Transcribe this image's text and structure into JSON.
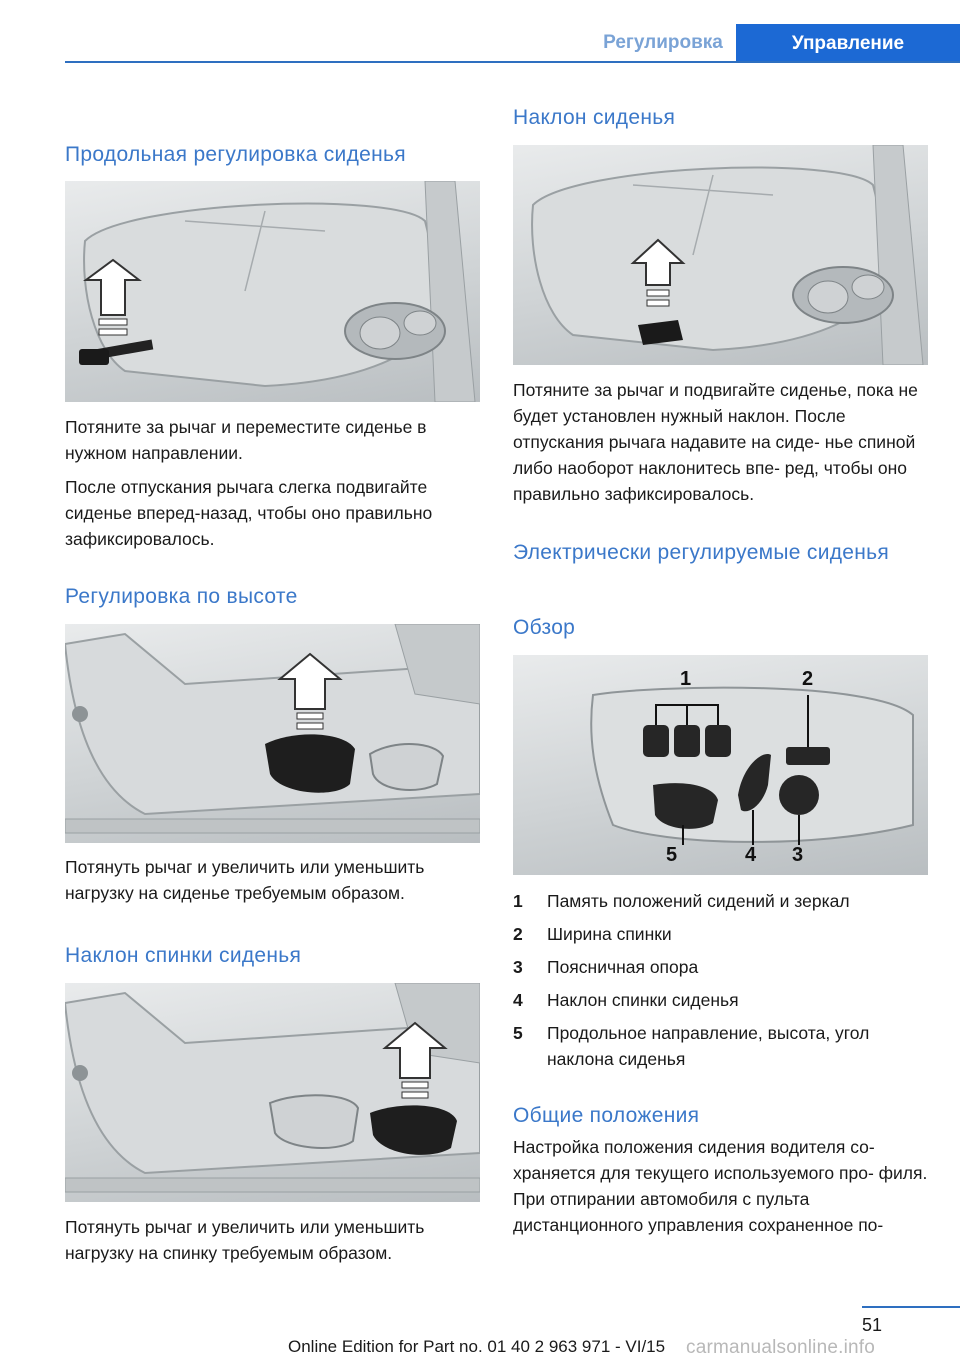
{
  "header": {
    "tab_inactive": "Регулировка",
    "tab_active": "Управление"
  },
  "left": {
    "sec1_title": "Продольная регулировка сиденья",
    "sec1_para1": "Потяните за рычаг и переместите сиденье в нужном направлении.",
    "sec1_para2": "После отпускания рычага слегка подвигайте сиденье вперед-назад, чтобы оно правильно зафиксировалось.",
    "sec2_title": "Регулировка по высоте",
    "sec2_para": "Потянуть рычаг и увеличить или уменьшить нагрузку на сиденье требуемым образом.",
    "sec3_title": "Наклон спинки сиденья",
    "sec3_para": "Потянуть рычаг и увеличить или уменьшить нагрузку на спинку требуемым образом."
  },
  "right": {
    "sec1_title": "Наклон сиденья",
    "sec1_para": "Потяните за рычаг и подвигайте сиденье, пока не будет установлен нужный наклон. После отпускания рычага надавите на сиде- нье спиной либо наоборот наклонитесь впе- ред, чтобы оно правильно зафиксировалось.",
    "sec2_title": "Электрически регулируемые сиденья",
    "sec3_title": "Обзор",
    "figure_labels": [
      "1",
      "2",
      "3",
      "4",
      "5"
    ],
    "legend": [
      {
        "num": "1",
        "text": "Память положений сидений и зеркал"
      },
      {
        "num": "2",
        "text": "Ширина спинки"
      },
      {
        "num": "3",
        "text": "Поясничная опора"
      },
      {
        "num": "4",
        "text": "Наклон спинки сиденья"
      },
      {
        "num": "5",
        "text": "Продольное направление, высота, угол наклона сиденья"
      }
    ],
    "sec4_title": "Общие положения",
    "sec4_para": "Настройка положения сидения водителя со- храняется для текущего используемого про- филя. При отпирании автомобиля с пульта дистанционного управления сохраненное по-"
  },
  "footer": {
    "page_number": "51",
    "edition": "Online Edition for Part no. 01 40 2 963 971 - VI/15",
    "watermark": "carmanualsonline.info"
  }
}
